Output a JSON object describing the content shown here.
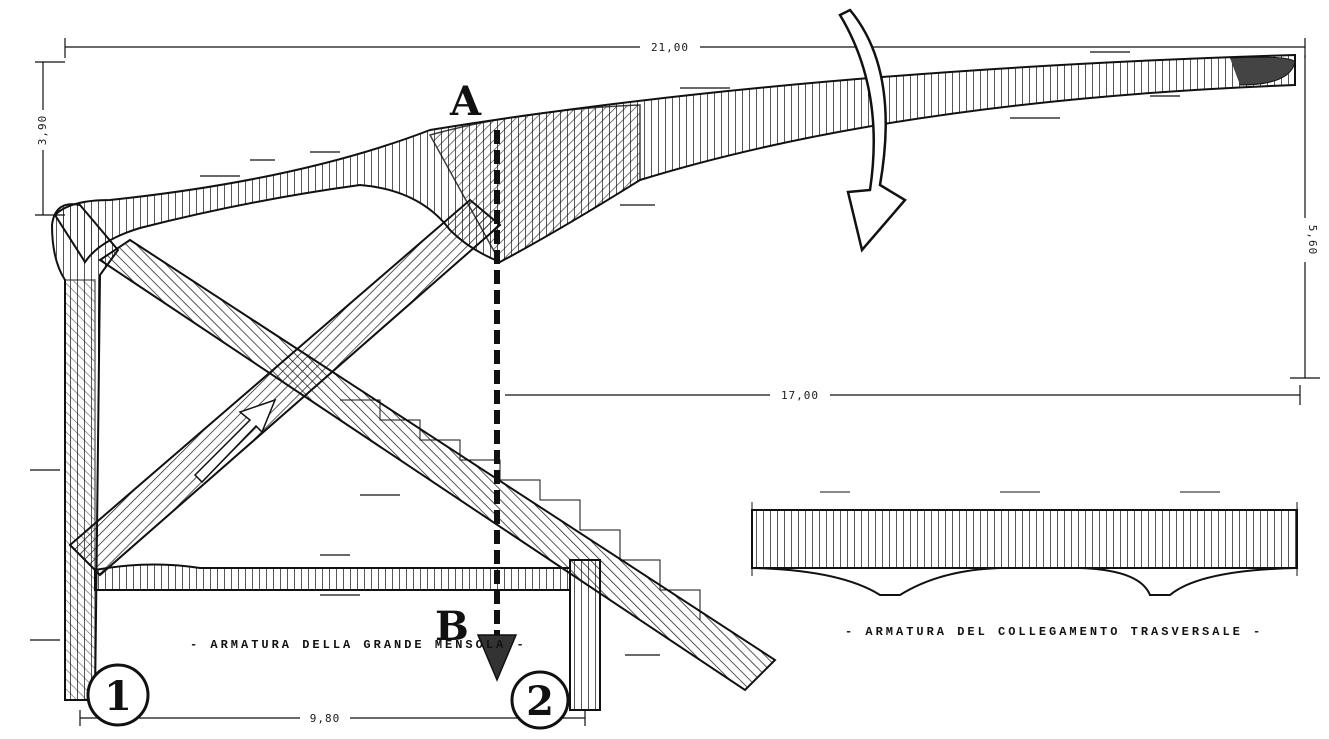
{
  "dimensions": {
    "overall_span": "21,00",
    "lower_span": "17,00",
    "base_span": "9,80",
    "left_height": "3,90",
    "right_height": "5,60"
  },
  "section_marks": {
    "top": "A",
    "bottom": "B"
  },
  "supports": {
    "left": "1",
    "right": "2"
  },
  "captions": {
    "main": "- ARMATURA DELLA GRANDE MENSOLA -",
    "detail": "- ARMATURA DEL COLLEGAMENTO TRASVERSALE -"
  },
  "colors": {
    "ink": "#111111",
    "paper": "#ffffff"
  }
}
